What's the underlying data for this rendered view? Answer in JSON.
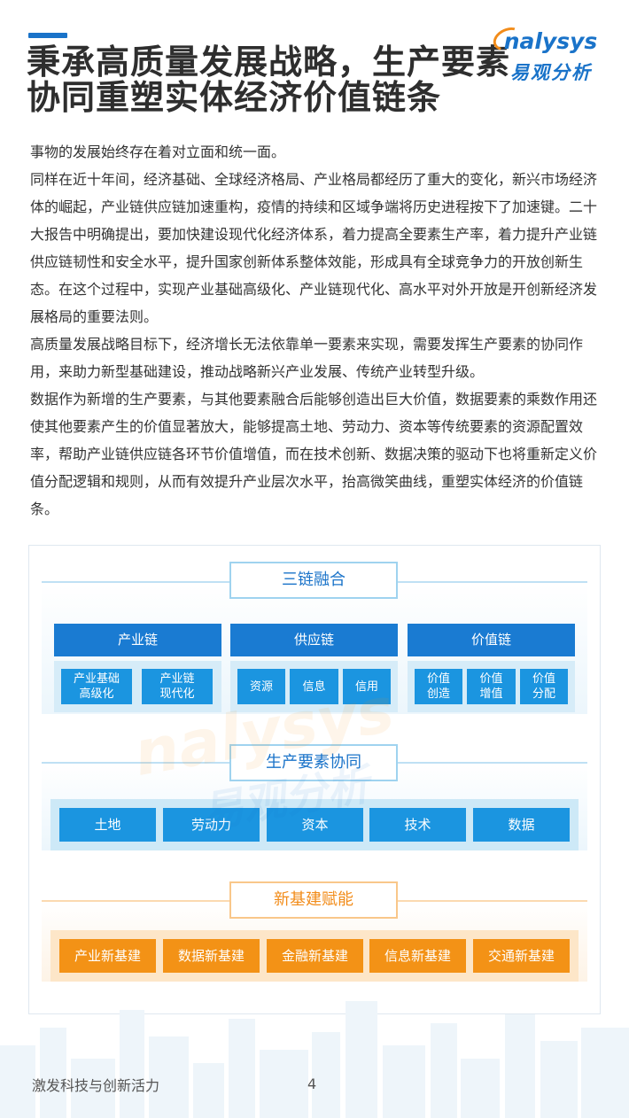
{
  "header": {
    "title_line1": "秉承高质量发展战略，生产要素",
    "title_line2": "协同重塑实体经济价值链条",
    "logo_text_en": "nalysys",
    "logo_text_cn": "易观分析"
  },
  "body": {
    "paragraphs": [
      "事物的发展始终存在着对立面和统一面。",
      "同样在近十年间，经济基础、全球经济格局、产业格局都经历了重大的变化，新兴市场经济体的崛起，产业链供应链加速重构，疫情的持续和区域争端将历史进程按下了加速键。二十大报告中明确提出，要加快建设现代化经济体系，着力提高全要素生产率，着力提升产业链供应链韧性和安全水平，提升国家创新体系整体效能，形成具有全球竞争力的开放创新生态。在这个过程中，实现产业基础高级化、产业链现代化、高水平对外开放是开创新经济发展格局的重要法则。",
      "高质量发展战略目标下，经济增长无法依靠单一要素来实现，需要发挥生产要素的协同作用，来助力新型基础建设，推动战略新兴产业发展、传统产业转型升级。",
      "数据作为新增的生产要素，与其他要素融合后能够创造出巨大价值，数据要素的乘数作用还使其他要素产生的价值显著放大，能够提高土地、劳动力、资本等传统要素的资源配置效率，帮助产业链供应链各环节价值增值，而在技术创新、数据决策的驱动下也将重新定义价值分配逻辑和规则，从而有效提升产业层次水平，抬高微笑曲线，重塑实体经济的价值链条。"
    ]
  },
  "diagram": {
    "section1": {
      "title": "三链融合",
      "chains": [
        {
          "label": "产业链",
          "items": [
            "产业基础\n高级化",
            "产业链\n现代化"
          ]
        },
        {
          "label": "供应链",
          "items": [
            "资源",
            "信息",
            "信用"
          ]
        },
        {
          "label": "价值链",
          "items": [
            "价值\n创造",
            "价值\n增值",
            "价值\n分配"
          ]
        }
      ]
    },
    "section2": {
      "title": "生产要素协同",
      "items": [
        "土地",
        "劳动力",
        "资本",
        "技术",
        "数据"
      ]
    },
    "section3": {
      "title": "新基建赋能",
      "items": [
        "产业新基建",
        "数据新基建",
        "金融新基建",
        "信息新基建",
        "交通新基建"
      ]
    },
    "watermark_en": "nalysys",
    "watermark_cn": "易观分析"
  },
  "footer": {
    "text": "激发科技与创新活力",
    "page": "4"
  },
  "colors": {
    "brand_blue": "#1a73c9",
    "brand_orange": "#f28c1a",
    "box_blue": "#1b95e0",
    "box_orange": "#f39216"
  }
}
